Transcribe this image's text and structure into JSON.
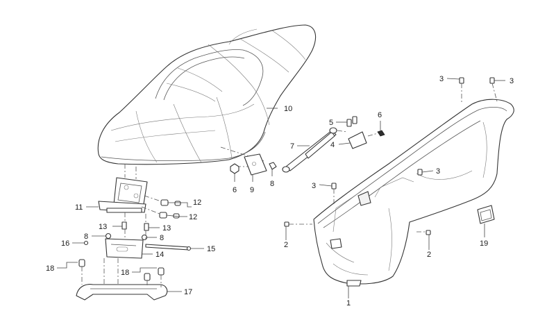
{
  "diagram": {
    "callouts": [
      {
        "id": "c10",
        "label": "10"
      },
      {
        "id": "c6a",
        "label": "6"
      },
      {
        "id": "c9",
        "label": "9"
      },
      {
        "id": "c8a",
        "label": "8"
      },
      {
        "id": "c7",
        "label": "7"
      },
      {
        "id": "c5",
        "label": "5"
      },
      {
        "id": "c4",
        "label": "4"
      },
      {
        "id": "c6b",
        "label": "6"
      },
      {
        "id": "c3a",
        "label": "3"
      },
      {
        "id": "c3b",
        "label": "3"
      },
      {
        "id": "c3c",
        "label": "3"
      },
      {
        "id": "c3d",
        "label": "3"
      },
      {
        "id": "c11",
        "label": "11"
      },
      {
        "id": "c12a",
        "label": "12"
      },
      {
        "id": "c12b",
        "label": "12"
      },
      {
        "id": "c13a",
        "label": "13"
      },
      {
        "id": "c13b",
        "label": "13"
      },
      {
        "id": "c8b",
        "label": "8"
      },
      {
        "id": "c8c",
        "label": "8"
      },
      {
        "id": "c16",
        "label": "16"
      },
      {
        "id": "c15",
        "label": "15"
      },
      {
        "id": "c14",
        "label": "14"
      },
      {
        "id": "c18a",
        "label": "18"
      },
      {
        "id": "c18b",
        "label": "18"
      },
      {
        "id": "c17",
        "label": "17"
      },
      {
        "id": "c2a",
        "label": "2"
      },
      {
        "id": "c2b",
        "label": "2"
      },
      {
        "id": "c1",
        "label": "1"
      },
      {
        "id": "c19",
        "label": "19"
      }
    ]
  }
}
